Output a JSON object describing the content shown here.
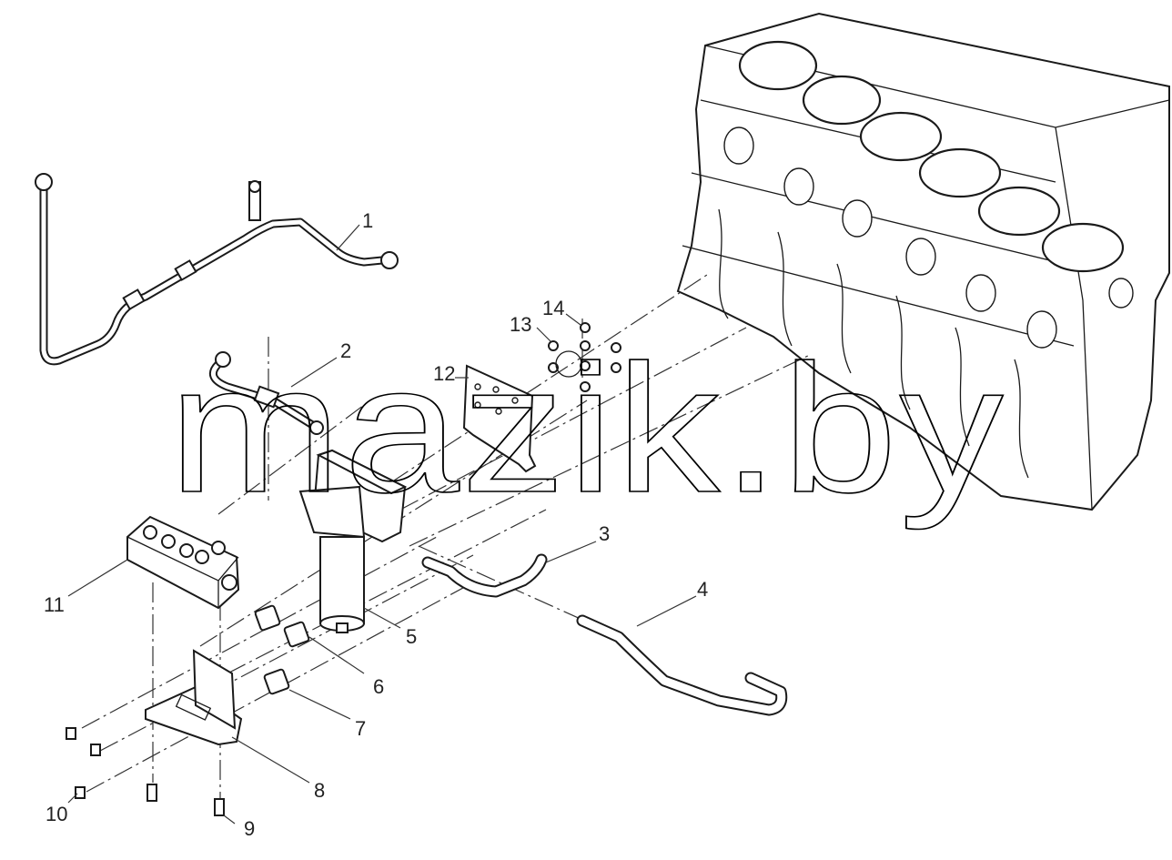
{
  "watermark": "mazik.by",
  "callouts": [
    "1",
    "2",
    "3",
    "4",
    "5",
    "6",
    "7",
    "8",
    "9",
    "10",
    "11",
    "12",
    "13",
    "14"
  ],
  "parts": [
    {
      "num": "1",
      "name": "oil-pipe-long"
    },
    {
      "num": "2",
      "name": "oil-hose-short"
    },
    {
      "num": "3",
      "name": "hose-elbow"
    },
    {
      "num": "4",
      "name": "hose-long"
    },
    {
      "num": "5",
      "name": "filter-housing"
    },
    {
      "num": "6",
      "name": "spacer"
    },
    {
      "num": "7",
      "name": "spacer"
    },
    {
      "num": "8",
      "name": "mounting-bracket"
    },
    {
      "num": "9",
      "name": "bolt"
    },
    {
      "num": "10",
      "name": "bolt"
    },
    {
      "num": "11",
      "name": "distribution-block"
    },
    {
      "num": "12",
      "name": "plate"
    },
    {
      "num": "13",
      "name": "washer"
    },
    {
      "num": "14",
      "name": "nut"
    }
  ]
}
